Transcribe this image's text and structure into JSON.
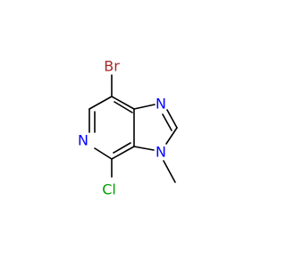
{
  "molecule": {
    "atoms": {
      "br": {
        "label": "Br",
        "color": "#a62929"
      },
      "n_ring5_top": {
        "label": "N",
        "color": "#0000ff"
      },
      "n_pyridine": {
        "label": "N",
        "color": "#0000ff"
      },
      "n_methyl": {
        "label": "N",
        "color": "#0000ff"
      },
      "cl": {
        "label": "Cl",
        "color": "#00a000"
      }
    },
    "bond_color": "#000000"
  }
}
